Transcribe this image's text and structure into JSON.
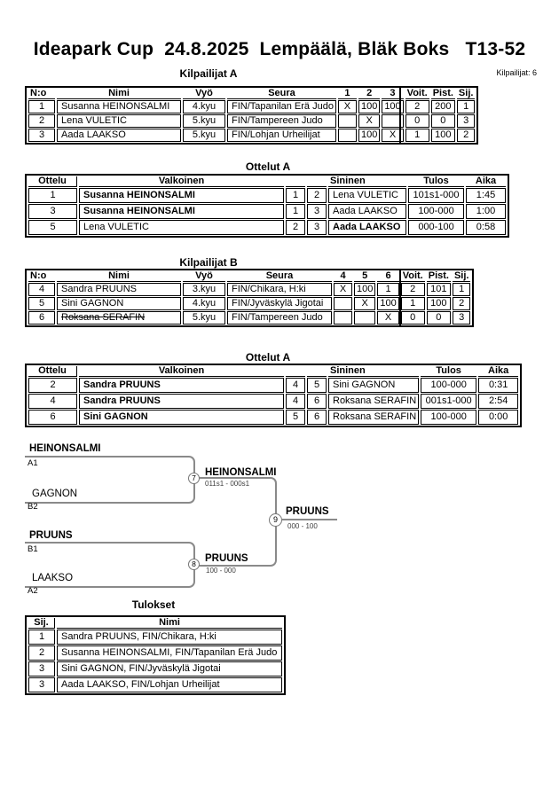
{
  "title": "Ideapark Cup  24.8.2025  Lempäälä, Bläk Boks   T13-52",
  "competitors_note": "Kilpailijat: 6",
  "kilpailijat_a": {
    "heading": "Kilpailijat A",
    "cols": {
      "no": "N:o",
      "nimi": "Nimi",
      "vyo": "Vyö",
      "seura": "Seura",
      "m1": "1",
      "m2": "2",
      "m3": "3",
      "voit": "Voit.",
      "pist": "Pist.",
      "sij": "Sij."
    },
    "rows": [
      {
        "no": "1",
        "nimi": "Susanna HEINONSALMI",
        "vyo": "4.kyu",
        "seura": "FIN/Tapanilan Erä Judo",
        "m1": "X",
        "m2": "100",
        "m3": "100",
        "voit": "2",
        "pist": "200",
        "sij": "1",
        "struck_out": false
      },
      {
        "no": "2",
        "nimi": "Lena VULETIC",
        "vyo": "5.kyu",
        "seura": "FIN/Tampereen Judo",
        "m1": "",
        "m2": "X",
        "m3": "",
        "voit": "0",
        "pist": "0",
        "sij": "3",
        "struck_out": false
      },
      {
        "no": "3",
        "nimi": "Aada LAAKSO",
        "vyo": "5.kyu",
        "seura": "FIN/Lohjan Urheilijat",
        "m1": "",
        "m2": "100",
        "m3": "X",
        "voit": "1",
        "pist": "100",
        "sij": "2",
        "struck_out": false
      }
    ]
  },
  "ottelut_a": {
    "heading": "Ottelut A",
    "cols": {
      "ottelu": "Ottelu",
      "valkoinen": "Valkoinen",
      "sininen": "Sininen",
      "tulos": "Tulos",
      "aika": "Aika"
    },
    "rows": [
      {
        "no": "1",
        "valkoinen": "Susanna HEINONSALMI",
        "vnum": "1",
        "snum": "2",
        "sininen": "Lena VULETIC",
        "tulos": "101s1-000",
        "aika": "1:45",
        "winner": "valkoinen"
      },
      {
        "no": "3",
        "valkoinen": "Susanna HEINONSALMI",
        "vnum": "1",
        "snum": "3",
        "sininen": "Aada LAAKSO",
        "tulos": "100-000",
        "aika": "1:00",
        "winner": "valkoinen"
      },
      {
        "no": "5",
        "valkoinen": "Lena VULETIC",
        "vnum": "2",
        "snum": "3",
        "sininen": "Aada LAAKSO",
        "tulos": "000-100",
        "aika": "0:58",
        "winner": "sininen"
      }
    ]
  },
  "kilpailijat_b": {
    "heading": "Kilpailijat B",
    "cols": {
      "no": "N:o",
      "nimi": "Nimi",
      "vyo": "Vyö",
      "seura": "Seura",
      "m1": "4",
      "m2": "5",
      "m3": "6",
      "voit": "Voit.",
      "pist": "Pist.",
      "sij": "Sij."
    },
    "rows": [
      {
        "no": "4",
        "nimi": "Sandra PRUUNS",
        "vyo": "3.kyu",
        "seura": "FIN/Chikara, H:ki",
        "m1": "X",
        "m2": "100",
        "m3": "1",
        "voit": "2",
        "pist": "101",
        "sij": "1",
        "struck_out": false
      },
      {
        "no": "5",
        "nimi": "Sini GAGNON",
        "vyo": "4.kyu",
        "seura": "FIN/Jyväskylä Jigotai",
        "m1": "",
        "m2": "X",
        "m3": "100",
        "voit": "1",
        "pist": "100",
        "sij": "2",
        "struck_out": false
      },
      {
        "no": "6",
        "nimi": "Roksana SERAFIN",
        "vyo": "5.kyu",
        "seura": "FIN/Tampereen Judo",
        "m1": "",
        "m2": "",
        "m3": "X",
        "voit": "0",
        "pist": "0",
        "sij": "3",
        "struck_out": true
      }
    ]
  },
  "ottelut_b": {
    "heading": "Ottelut A",
    "cols": {
      "ottelu": "Ottelu",
      "valkoinen": "Valkoinen",
      "sininen": "Sininen",
      "tulos": "Tulos",
      "aika": "Aika"
    },
    "rows": [
      {
        "no": "2",
        "valkoinen": "Sandra PRUUNS",
        "vnum": "4",
        "snum": "5",
        "sininen": "Sini GAGNON",
        "tulos": "100-000",
        "aika": "0:31",
        "winner": "valkoinen"
      },
      {
        "no": "4",
        "valkoinen": "Sandra PRUUNS",
        "vnum": "4",
        "snum": "6",
        "sininen": "Roksana SERAFIN",
        "tulos": "001s1-000",
        "aika": "2:54",
        "winner": "valkoinen"
      },
      {
        "no": "6",
        "valkoinen": "Sini GAGNON",
        "vnum": "5",
        "snum": "6",
        "sininen": "Roksana SERAFIN",
        "tulos": "100-000",
        "aika": "0:00",
        "winner": "valkoinen"
      }
    ]
  },
  "bracket": {
    "slots": [
      {
        "name": "HEINONSALMI",
        "seed": "A1",
        "winner": true
      },
      {
        "name": "GAGNON",
        "seed": "B2",
        "winner": false
      },
      {
        "name": "PRUUNS",
        "seed": "B1",
        "winner": true
      },
      {
        "name": "LAAKSO",
        "seed": "A2",
        "winner": false
      }
    ],
    "matches": [
      {
        "no": "7",
        "winner": "HEINONSALMI",
        "score": "011s1 - 000s1"
      },
      {
        "no": "8",
        "winner": "PRUUNS",
        "score": "100 - 000"
      },
      {
        "no": "9",
        "winner": "PRUUNS",
        "score": "000 - 100"
      }
    ]
  },
  "tulokset": {
    "heading": "Tulokset",
    "cols": {
      "sij": "Sij.",
      "nimi": "Nimi"
    },
    "rows": [
      {
        "sij": "1",
        "nimi": "Sandra PRUUNS, FIN/Chikara, H:ki"
      },
      {
        "sij": "2",
        "nimi": "Susanna HEINONSALMI, FIN/Tapanilan Erä Judo"
      },
      {
        "sij": "3",
        "nimi": "Sini GAGNON, FIN/Jyväskylä Jigotai"
      },
      {
        "sij": "3",
        "nimi": "Aada LAAKSO, FIN/Lohjan Urheilijat"
      }
    ]
  }
}
